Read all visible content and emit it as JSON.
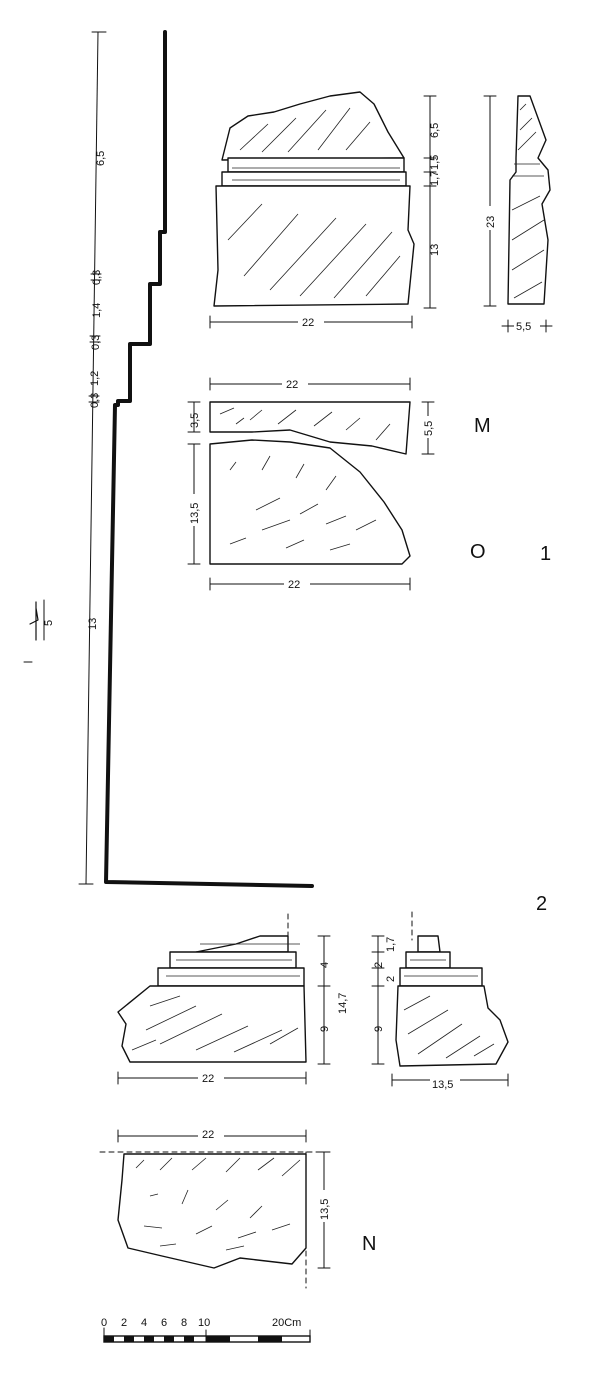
{
  "plate": {
    "figure_numbers": [
      "1",
      "2"
    ],
    "view_letters": [
      "M",
      "O",
      "N"
    ]
  },
  "profile": {
    "dims": [
      "6,5",
      "0,3",
      "1,4",
      "0,3",
      "1,2",
      "0,3",
      "13"
    ],
    "detail_dim": "5"
  },
  "fig1": {
    "front": {
      "width": "22",
      "right_dims": [
        "6,5",
        "1,5",
        "1,7",
        "13"
      ]
    },
    "side": {
      "height": "23",
      "width": "5,5"
    },
    "top_view": {
      "width": "22",
      "left_dim": "3,5",
      "right_dim": "5,5"
    },
    "bottom_view": {
      "width": "22",
      "left_dim": "13,5"
    }
  },
  "fig2": {
    "front": {
      "width": "22",
      "right_dims": [
        "4",
        "14,7",
        "9"
      ]
    },
    "side": {
      "width": "13,5",
      "left_dims": [
        "2",
        "1,7",
        "2",
        "9"
      ]
    },
    "plan": {
      "width": "22",
      "right_dim": "13,5"
    }
  },
  "scale_bar": {
    "ticks": [
      "0",
      "2",
      "4",
      "6",
      "8",
      "10"
    ],
    "end_label": "20Cm"
  },
  "colors": {
    "ink": "#111111",
    "paper": "#ffffff"
  }
}
